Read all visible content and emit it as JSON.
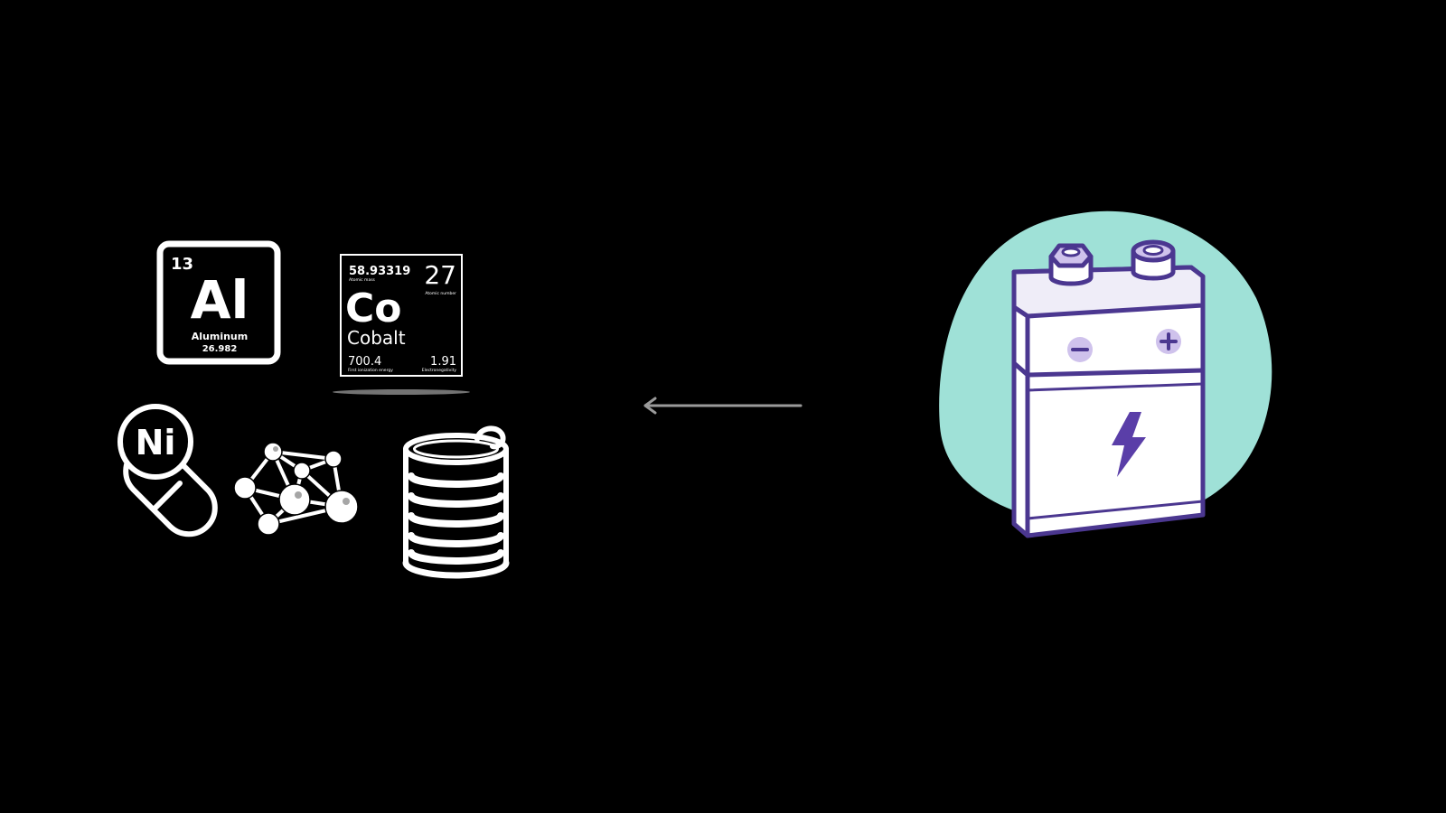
{
  "colors": {
    "background": "#000000",
    "icon_stroke": "#ffffff",
    "arrow": "#9a9a9a",
    "blob": "#9fe1d7",
    "battery_outline": "#4b3790",
    "battery_fill": "#ffffff",
    "battery_band": "#efedf8",
    "terminal_fill": "#cfc2ec",
    "bolt": "#5a3ea8"
  },
  "aluminum_tile": {
    "number": "13",
    "symbol": "Al",
    "name": "Aluminum",
    "mass": "26.982"
  },
  "cobalt_tile": {
    "mass": "58.93319",
    "mass_caption": "Atomic mass",
    "number": "27",
    "number_caption": "Atomic number",
    "symbol": "Co",
    "name": "Cobalt",
    "ionization": "700.4",
    "ionization_caption": "First ionization energy",
    "electronegativity": "1.91",
    "electronegativity_caption": "Electronegativity"
  },
  "nickel_badge": {
    "symbol": "Ni"
  },
  "icons": {
    "capsule": "nickel-capsule-icon",
    "molecule": "molecule-icon",
    "can": "tin-can-icon",
    "battery": "battery-icon",
    "arrow": "arrow-left-icon",
    "minus": "minus-icon",
    "plus": "plus-icon",
    "bolt": "lightning-bolt-icon"
  }
}
